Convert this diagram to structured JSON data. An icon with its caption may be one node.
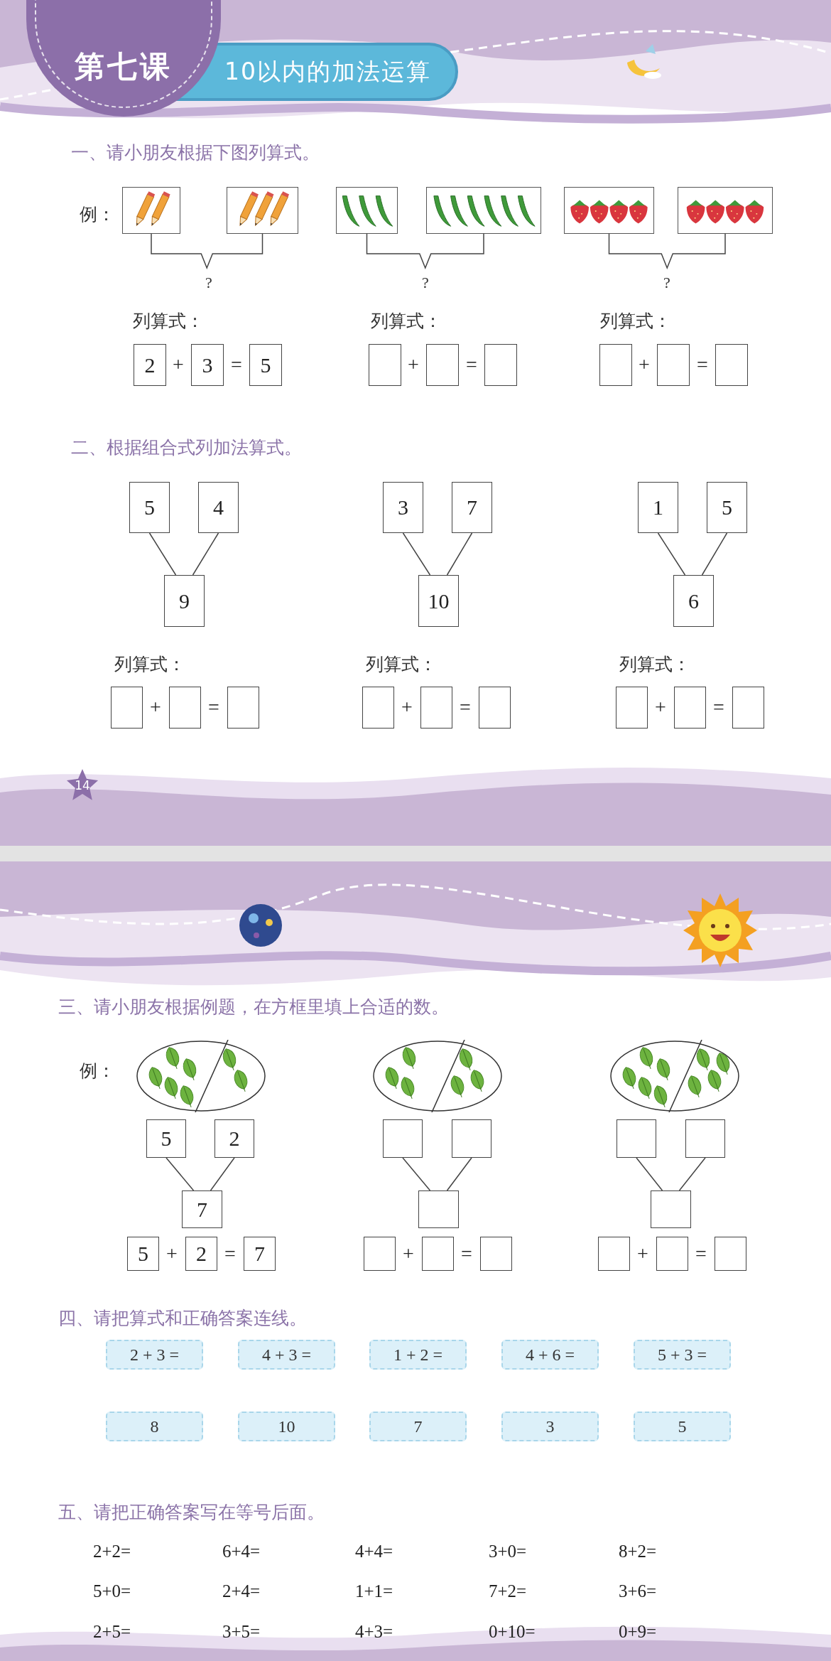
{
  "diagram": {
    "nodes": [
      {
        "text": [
          "第七课"
        ]
      },
      {
        "text": [
          "10以内的加法运算"
        ]
      },
      {
        "text": [],
        "shape": "picture"
      },
      {
        "text": [],
        "shape": "picture"
      },
      {
        "text": [],
        "shape": "picture"
      },
      {
        "text": [],
        "shape": "picture"
      },
      {
        "text": [],
        "shape": "picture"
      },
      {
        "text": [],
        "shape": "picture"
      },
      {
        "text": [
          "2"
        ]
      },
      {
        "text": [
          "3"
        ]
      },
      {
        "text": [
          "5"
        ]
      },
      {
        "text": [],
        "shape": "box"
      },
      {
        "text": [],
        "shape": "box"
      },
      {
        "text": [],
        "shape": "box"
      },
      {
        "text": [],
        "shape": "box"
      },
      {
        "text": [],
        "shape": "box"
      },
      {
        "text": [],
        "shape": "box"
      },
      {
        "text": [
          "5"
        ]
      },
      {
        "text": [
          "4"
        ]
      },
      {
        "text": [
          "3"
        ]
      },
      {
        "text": [
          "7"
        ]
      },
      {
        "text": [
          "1"
        ]
      },
      {
        "text": [
          "5"
        ]
      },
      {
        "text": [
          "9"
        ]
      },
      {
        "text": [
          "10"
        ]
      },
      {
        "text": [
          "6"
        ]
      },
      {
        "text": [],
        "shape": "box"
      },
      {
        "text": [],
        "shape": "box"
      },
      {
        "text": [],
        "shape": "box"
      },
      {
        "text": [],
        "shape": "box"
      },
      {
        "text": [],
        "shape": "box"
      },
      {
        "text": [],
        "shape": "box"
      },
      {
        "text": [],
        "shape": "box"
      },
      {
        "text": [],
        "shape": "box"
      },
      {
        "text": [],
        "shape": "box"
      },
      {
        "text": [],
        "shape": "picture"
      },
      {
        "text": [],
        "shape": "picture"
      },
      {
        "text": [],
        "shape": "picture"
      },
      {
        "text": [
          "5"
        ]
      },
      {
        "text": [
          "2"
        ]
      },
      {
        "text": [],
        "shape": "box"
      },
      {
        "text": [],
        "shape": "box"
      },
      {
        "text": [],
        "shape": "box"
      },
      {
        "text": [],
        "shape": "box"
      },
      {
        "text": [
          "7"
        ]
      },
      {
        "text": [],
        "shape": "box"
      },
      {
        "text": [],
        "shape": "box"
      },
      {
        "text": [
          "5"
        ]
      },
      {
        "text": [
          "2"
        ]
      },
      {
        "text": [
          "7"
        ]
      },
      {
        "text": [],
        "shape": "box"
      },
      {
        "text": [],
        "shape": "box"
      },
      {
        "text": [],
        "shape": "box"
      },
      {
        "text": [],
        "shape": "box"
      },
      {
        "text": [],
        "shape": "box"
      },
      {
        "text": [],
        "shape": "box"
      },
      {
        "text": [
          "2 + 3 ="
        ]
      },
      {
        "text": [
          "4 + 3 ="
        ]
      },
      {
        "text": [
          "1 + 2 ="
        ]
      },
      {
        "text": [
          "4 + 6 ="
        ]
      },
      {
        "text": [
          "5 + 3 ="
        ]
      },
      {
        "text": [
          "8"
        ]
      },
      {
        "text": [
          "10"
        ]
      },
      {
        "text": [
          "7"
        ]
      },
      {
        "text": [
          "3"
        ]
      },
      {
        "text": [
          "5"
        ]
      }
    ],
    "edges": [
      {
        "from": 17,
        "to": 23,
        "arrow": "none"
      },
      {
        "from": 18,
        "to": 23,
        "arrow": "none"
      },
      {
        "from": 19,
        "to": 24,
        "arrow": "none"
      },
      {
        "from": 20,
        "to": 24,
        "arrow": "none"
      },
      {
        "from": 21,
        "to": 25,
        "arrow": "none"
      },
      {
        "from": 22,
        "to": 25,
        "arrow": "none"
      },
      {
        "from": 38,
        "to": 44,
        "arrow": "none"
      },
      {
        "from": 39,
        "to": 44,
        "arrow": "none"
      },
      {
        "from": 40,
        "to": 45,
        "arrow": "none"
      },
      {
        "from": 41,
        "to": 45,
        "arrow": "none"
      },
      {
        "from": 42,
        "to": 46,
        "arrow": "none"
      },
      {
        "from": 43,
        "to": 46,
        "arrow": "none"
      }
    ],
    "labels": [
      "一、请小朋友根据下图列算式。",
      "例：",
      "?",
      "?",
      "?",
      "列算式：",
      "列算式：",
      "列算式：",
      "+",
      "=",
      "+",
      "=",
      "+",
      "=",
      "二、根据组合式列加法算式。",
      "列算式：",
      "列算式：",
      "列算式：",
      "+",
      "=",
      "+",
      "=",
      "+",
      "=",
      "14",
      "三、请小朋友根据例题，在方框里填上合适的数。",
      "例：",
      "+",
      "=",
      "+",
      "=",
      "+",
      "=",
      "四、请把算式和正确答案连线。",
      "五、请把正确答案写在等号后面。",
      "2+2=",
      "6+4=",
      "4+4=",
      "3+0=",
      "8+2=",
      "5+0=",
      "2+4=",
      "1+1=",
      "7+2=",
      "3+6=",
      "2+5=",
      "3+5=",
      "4+3=",
      "0+10=",
      "0+9="
    ]
  }
}
